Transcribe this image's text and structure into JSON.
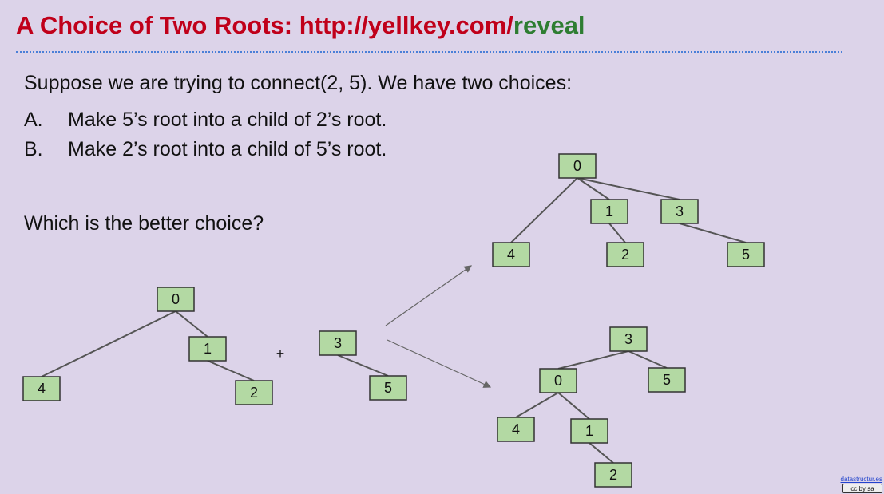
{
  "title": {
    "main": "A Choice of Two Roots: http://yellkey.com/",
    "suffix": "reveal"
  },
  "intro": "Suppose we are trying to connect(2, 5). We have two choices:",
  "options": [
    {
      "letter": "A.",
      "text": "Make 5’s root into a child of 2’s root."
    },
    {
      "letter": "B.",
      "text": "Make 2’s root into a child of 5’s root."
    }
  ],
  "question": "Which is the better choice?",
  "plus_sign": "+",
  "colors": {
    "title": "#c0001a",
    "title_suffix": "#2e7d32",
    "node_fill": "#b3d9a3",
    "node_stroke": "#333333",
    "edge": "#555555",
    "background": "#dcd3e9"
  },
  "diagram": {
    "nodes": [
      {
        "id": "l0",
        "label": "0"
      },
      {
        "id": "l1",
        "label": "1"
      },
      {
        "id": "l2",
        "label": "2"
      },
      {
        "id": "l4",
        "label": "4"
      },
      {
        "id": "m3",
        "label": "3"
      },
      {
        "id": "m5",
        "label": "5"
      },
      {
        "id": "a0",
        "label": "0"
      },
      {
        "id": "a1",
        "label": "1"
      },
      {
        "id": "a3",
        "label": "3"
      },
      {
        "id": "a4",
        "label": "4"
      },
      {
        "id": "a2",
        "label": "2"
      },
      {
        "id": "a5",
        "label": "5"
      },
      {
        "id": "b3",
        "label": "3"
      },
      {
        "id": "b0",
        "label": "0"
      },
      {
        "id": "b5",
        "label": "5"
      },
      {
        "id": "b4",
        "label": "4"
      },
      {
        "id": "b1",
        "label": "1"
      },
      {
        "id": "b2",
        "label": "2"
      }
    ],
    "edges": [
      [
        "l0",
        "l4"
      ],
      [
        "l0",
        "l1"
      ],
      [
        "l1",
        "l2"
      ],
      [
        "m3",
        "m5"
      ],
      [
        "a0",
        "a4"
      ],
      [
        "a0",
        "a1"
      ],
      [
        "a0",
        "a3"
      ],
      [
        "a1",
        "a2"
      ],
      [
        "a3",
        "a5"
      ],
      [
        "b3",
        "b0"
      ],
      [
        "b3",
        "b5"
      ],
      [
        "b0",
        "b4"
      ],
      [
        "b0",
        "b1"
      ],
      [
        "b1",
        "b2"
      ]
    ],
    "arrows": [
      "to-option-a",
      "to-option-b"
    ]
  },
  "footer": {
    "link": "datastructur.es",
    "license_badge": "cc by sa"
  }
}
